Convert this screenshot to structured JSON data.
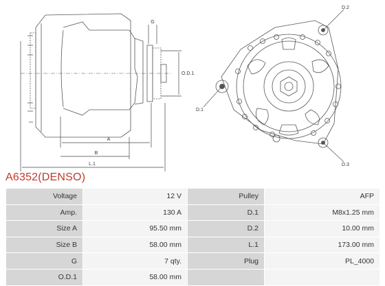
{
  "product": {
    "title": "A6352(DENSO)"
  },
  "drawing": {
    "side_labels": {
      "g": "G",
      "od1": "O.D.1",
      "a": "A",
      "b": "B",
      "l1": "L.1"
    },
    "front_labels": {
      "d1": "D.1",
      "d2": "D.2",
      "d3": "D.3"
    }
  },
  "specs": {
    "rows": [
      {
        "label_left": "Voltage",
        "value_left": "12 V",
        "label_right": "Pulley",
        "value_right": "AFP"
      },
      {
        "label_left": "Amp.",
        "value_left": "130 A",
        "label_right": "D.1",
        "value_right": "M8x1.25 mm"
      },
      {
        "label_left": "Size A",
        "value_left": "95.50 mm",
        "label_right": "D.2",
        "value_right": "10.00 mm"
      },
      {
        "label_left": "Size B",
        "value_left": "58.00 mm",
        "label_right": "L.1",
        "value_right": "173.00 mm"
      },
      {
        "label_left": "G",
        "value_left": "7 qty.",
        "label_right": "Plug",
        "value_right": "PL_4000"
      },
      {
        "label_left": "O.D.1",
        "value_left": "58.00 mm",
        "label_right": "",
        "value_right": ""
      }
    ]
  },
  "colors": {
    "title": "#c0392b",
    "label_cell": "#d6d6d6",
    "value_cell": "#f4f4f4",
    "line": "#444444"
  }
}
